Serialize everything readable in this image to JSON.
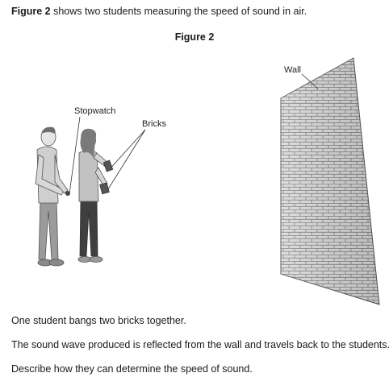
{
  "intro": {
    "figure_ref": "Figure 2",
    "text": " shows two students measuring the speed of sound in air."
  },
  "figure": {
    "title": "Figure 2",
    "labels": {
      "wall": "Wall",
      "stopwatch": "Stopwatch",
      "bricks": "Bricks"
    }
  },
  "paragraphs": [
    "One student bangs two bricks together.",
    "The sound wave produced is reflected from the wall and travels back to the students.",
    "Describe how they can determine the speed of sound."
  ]
}
